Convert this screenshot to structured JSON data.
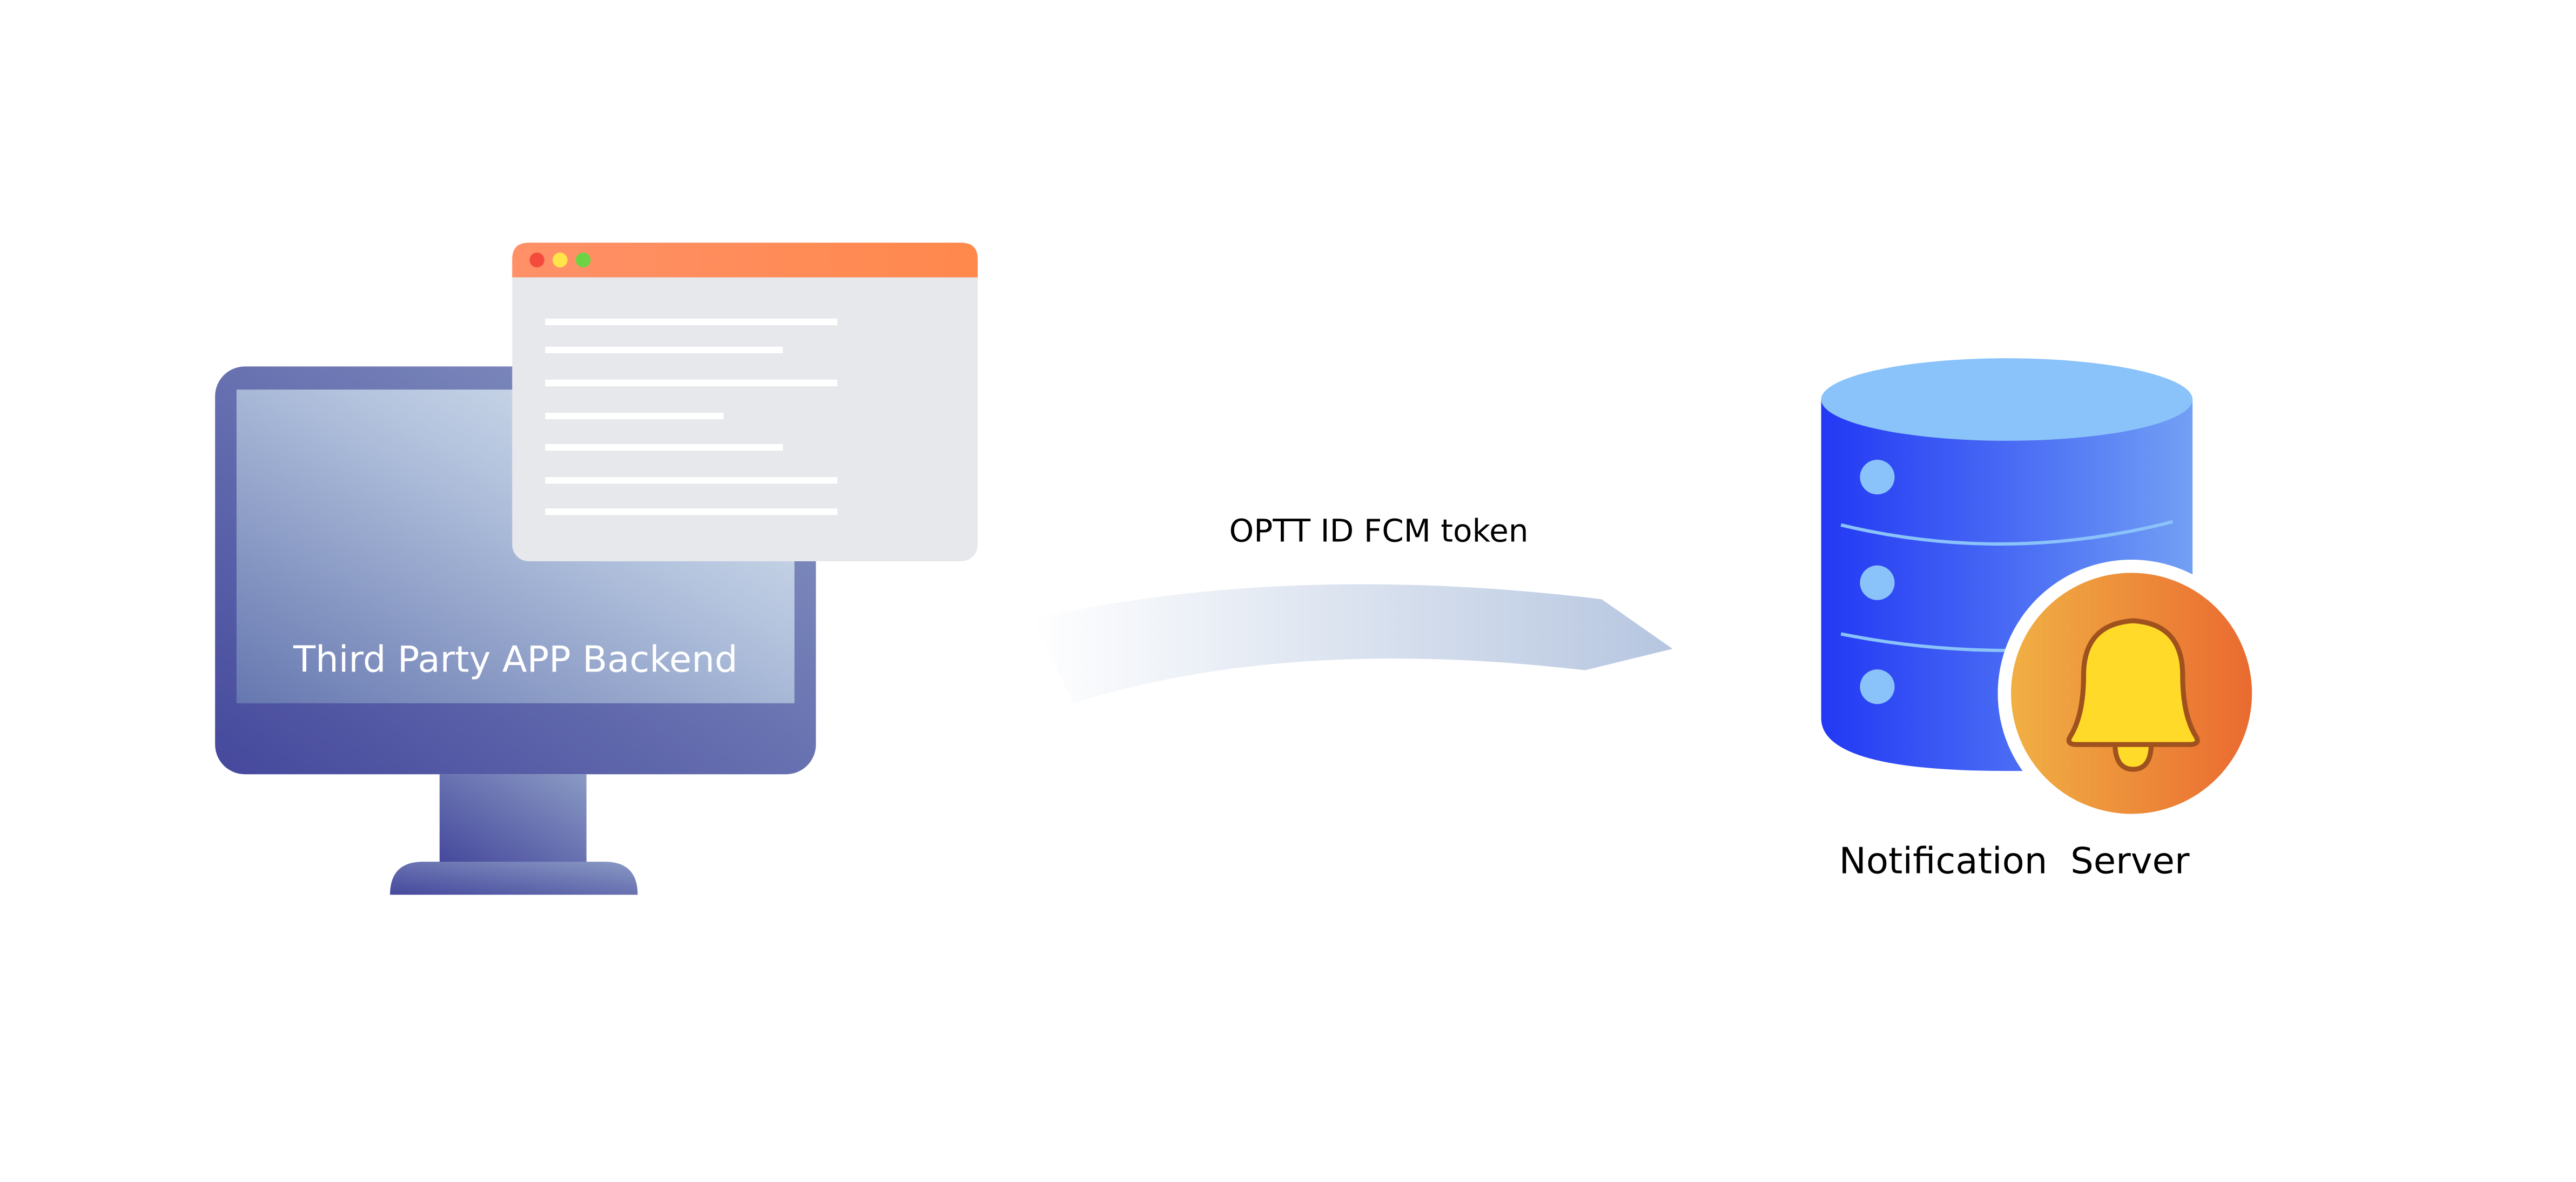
{
  "backend": {
    "label": "Third Party APP Backend",
    "window_dot_colors": [
      "#f44b3c",
      "#ffe44a",
      "#6cd444"
    ],
    "header_color": "#ff8a50"
  },
  "flow": {
    "label": "OPTT ID FCM token"
  },
  "server": {
    "label": "Notification  Server",
    "icon": "bell-icon"
  }
}
